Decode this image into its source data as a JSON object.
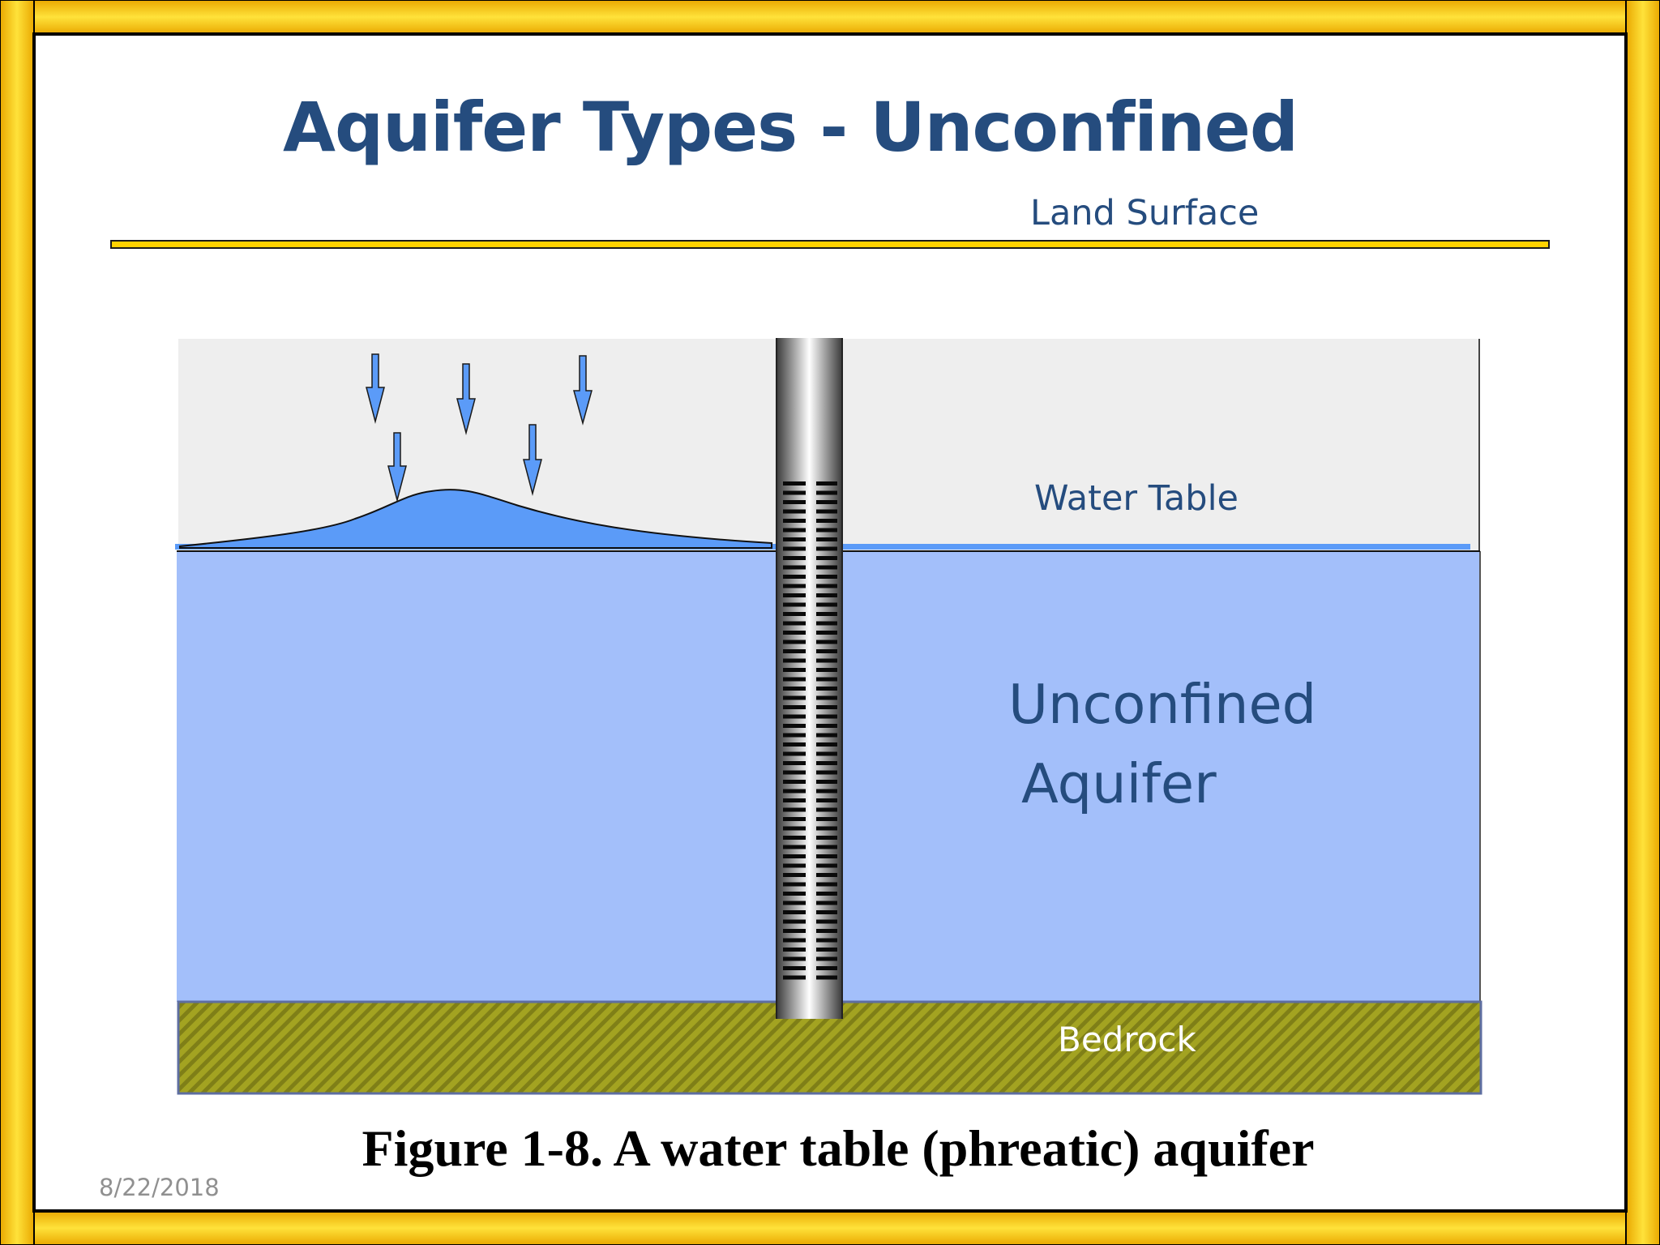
{
  "slide": {
    "title": "Aquifer Types - Unconfined",
    "caption": "Figure 1-8. A water table (phreatic) aquifer",
    "date": "8/22/2018"
  },
  "diagram": {
    "labels": {
      "land_surface": "Land Surface",
      "water_table": "Water Table",
      "aquifer_line1": "Unconfined",
      "aquifer_line2": "Aquifer",
      "bedrock": "Bedrock"
    },
    "colors": {
      "frame_gold": "#ffd200",
      "title_blue": "#254c7e",
      "unsaturated_zone": "#eeeeee",
      "aquifer": "#a3bffa",
      "recharge_water": "#5b9bf8",
      "bedrock": "#999a1f"
    }
  }
}
